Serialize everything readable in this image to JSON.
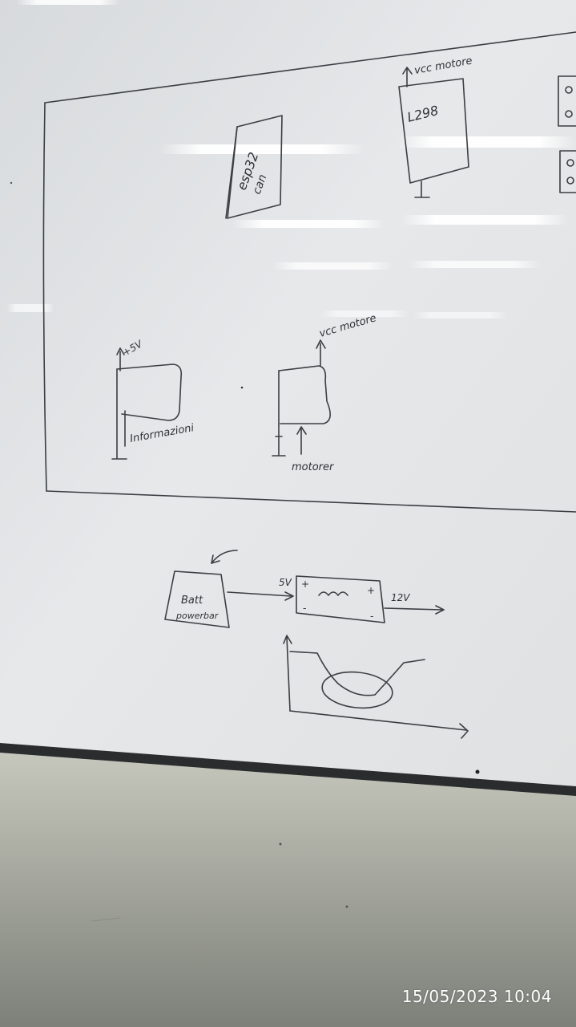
{
  "whiteboard": {
    "esp32_label": "esp32",
    "esp32_sub": "can",
    "l298_label": "L298",
    "l298_vcc": "vcc motore",
    "sensor_supply": "+5V",
    "sensor_output": "Informazioni",
    "motor_vcc": "vcc motore",
    "motor_label": "motorer",
    "battery_label_1": "Batt",
    "battery_label_2": "powerbar",
    "converter_in": "5V",
    "converter_out": "12V",
    "converter_plus_in": "+",
    "converter_minus_in": "-",
    "converter_plus_out": "+",
    "converter_minus_out": "-"
  },
  "timestamp": "15/05/2023 10:04"
}
